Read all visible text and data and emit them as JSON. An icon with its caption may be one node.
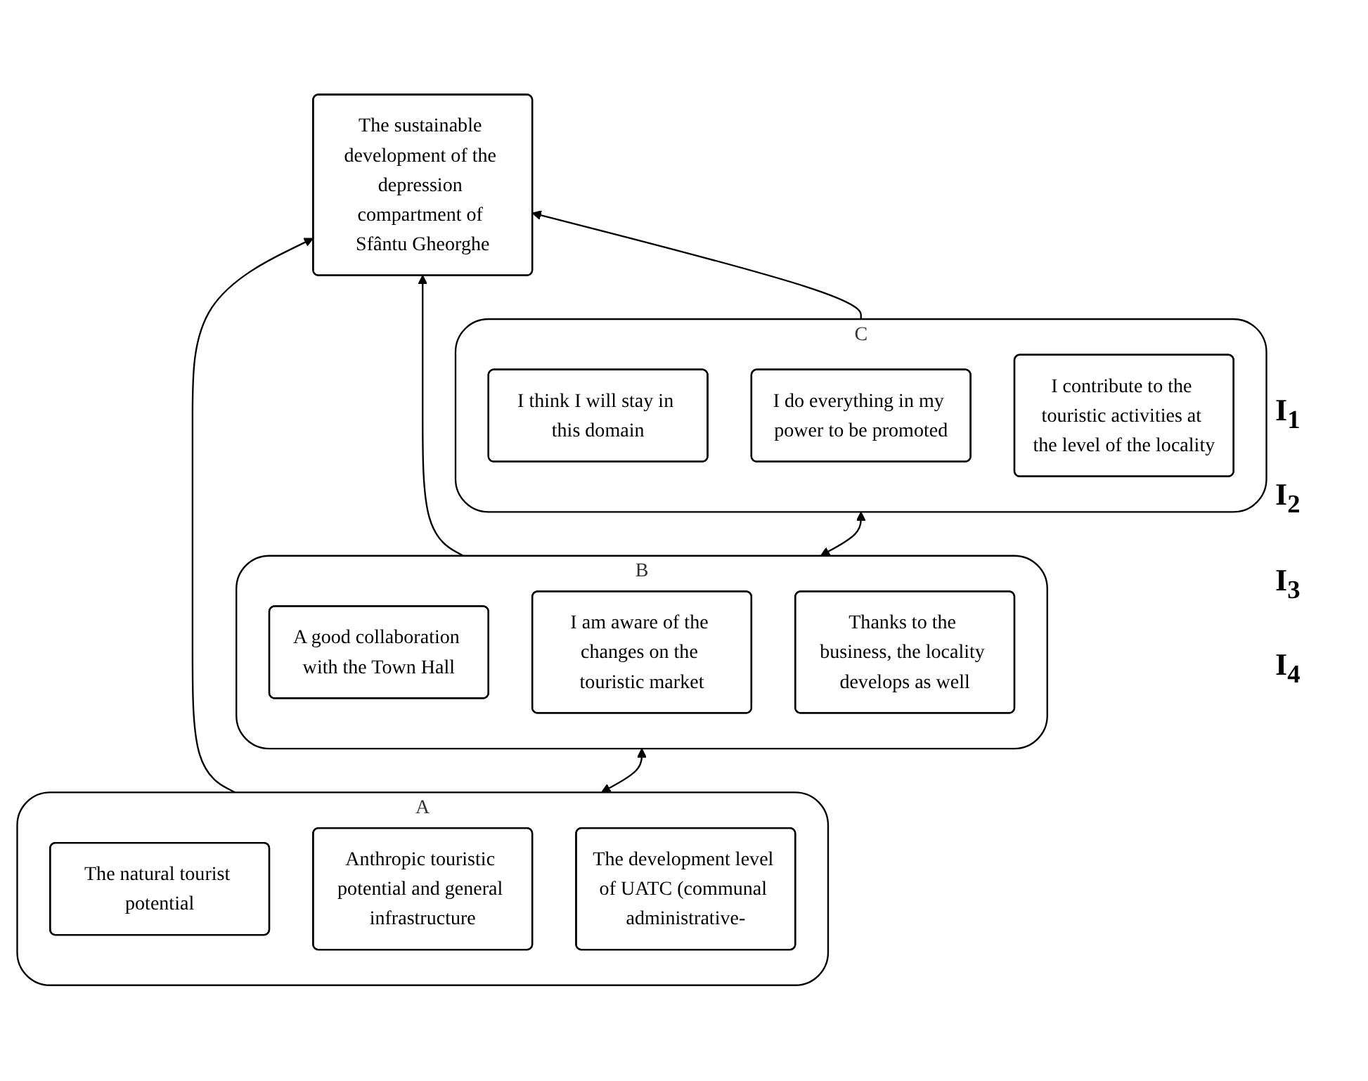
{
  "diagram": {
    "nodes": [
      {
        "text": [
          "The sustainable development of the depression compartment of Sfântu Gheorghe"
        ]
      },
      {
        "text": [
          "A"
        ]
      },
      {
        "text": [
          "The natural tourist potential"
        ],
        "in": 1
      },
      {
        "text": [
          "Anthropic touristic potential and general infrastructure"
        ],
        "in": 1
      },
      {
        "text": [
          "The development level of UATC (communal administrative-"
        ],
        "in": 1
      },
      {
        "text": [
          "B"
        ]
      },
      {
        "text": [
          "A good collaboration with the Town Hall"
        ],
        "in": 5
      },
      {
        "text": [
          "I am aware of the changes on the touristic market"
        ],
        "in": 5
      },
      {
        "text": [
          "Thanks to the business, the locality develops as well"
        ],
        "in": 5
      },
      {
        "text": [
          "C"
        ]
      },
      {
        "text": [
          "I think I will stay in this domain"
        ],
        "in": 9
      },
      {
        "text": [
          "I do everything in my power to be promoted"
        ],
        "in": 9
      },
      {
        "text": [
          "I contribute to the touristic activities at the level of the locality"
        ],
        "in": 9
      }
    ],
    "edges": [
      {
        "from": 1,
        "to": 0,
        "arrow": "to"
      },
      {
        "from": 5,
        "to": 0,
        "arrow": "to"
      },
      {
        "from": 9,
        "to": 0,
        "arrow": "to"
      },
      {
        "from": 1,
        "to": 5,
        "arrow": "both"
      },
      {
        "from": 5,
        "to": 9,
        "arrow": "both"
      }
    ],
    "labels": [
      "I$_{1}$",
      "I$_{2}$",
      "I$_{3}$",
      "I$_{4}$"
    ]
  }
}
